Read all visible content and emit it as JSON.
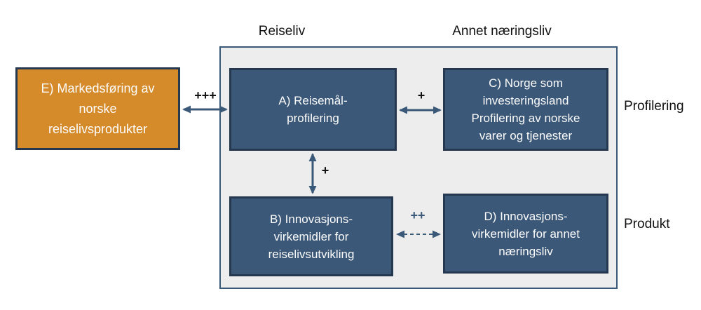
{
  "diagram": {
    "column_headers": [
      {
        "id": "reiseliv",
        "label": "Reiseliv"
      },
      {
        "id": "annet-naeringsliv",
        "label": "Annet næringsliv"
      }
    ],
    "row_labels": [
      {
        "id": "profilering",
        "label": "Profilering"
      },
      {
        "id": "produkt",
        "label": "Produkt"
      }
    ],
    "boxes": {
      "e": {
        "lines": [
          "E) Markedsføring av",
          "norske",
          "reiselivsprodukter"
        ],
        "fill": "#D68B2A"
      },
      "a": {
        "lines": [
          "A) Reisemål-",
          "profilering"
        ],
        "fill": "#3B5878"
      },
      "b": {
        "lines": [
          "B) Innovasjons-",
          "virkemidler for",
          "reiselivsutvikling"
        ],
        "fill": "#3B5878"
      },
      "c": {
        "lines": [
          "C) Norge som",
          "investeringsland",
          "Profilering av norske",
          "varer og tjenester"
        ],
        "fill": "#3B5878"
      },
      "d": {
        "lines": [
          "D) Innovasjons-",
          "virkemidler for annet",
          "næringsliv"
        ],
        "fill": "#3B5878"
      }
    },
    "links": {
      "e_a": {
        "from": "E",
        "to": "A",
        "label": "+++",
        "style": "solid"
      },
      "a_c": {
        "from": "A",
        "to": "C",
        "label": "+",
        "style": "solid"
      },
      "a_b": {
        "from": "A",
        "to": "B",
        "label": "+",
        "style": "solid"
      },
      "b_d": {
        "from": "B",
        "to": "D",
        "label": "++",
        "style": "dashed"
      }
    },
    "colors": {
      "box_orange": "#D68B2A",
      "box_blue": "#3B5878",
      "box_border": "#253850",
      "panel_fill": "#EDEDED",
      "panel_border": "#3A5878",
      "arrow": "#3A5878",
      "text_light": "#FCFCFC",
      "text_dark": "#121212"
    }
  }
}
